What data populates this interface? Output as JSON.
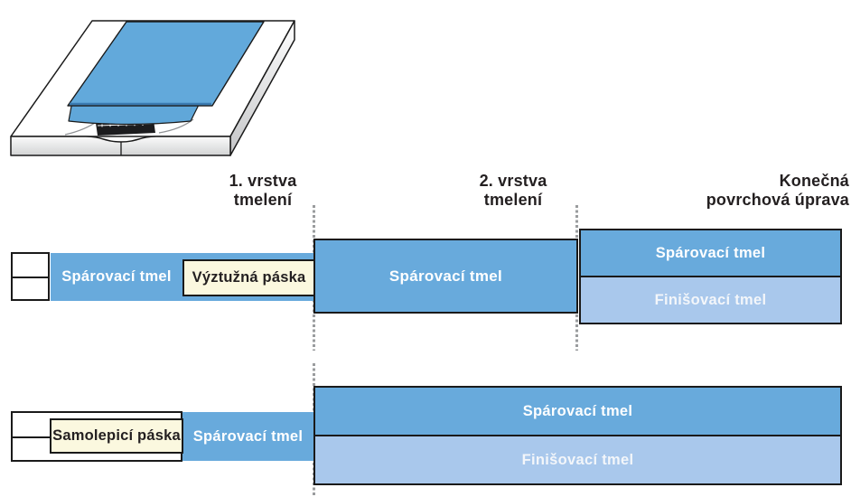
{
  "palette": {
    "blue_mid": "#68aadc",
    "blue_light": "#a9c8ec",
    "blue_sheet": "#62a9db",
    "cream": "#fbf8df",
    "outline": "#1a1a1a",
    "dotted": "#9a9c9e",
    "text_dark": "#231f20"
  },
  "headers": [
    {
      "lines": [
        "1. vrstva",
        "tmelení"
      ]
    },
    {
      "lines": [
        "2. vrstva",
        "tmelení"
      ]
    },
    {
      "lines": [
        "Konečná",
        "povrchová úprava"
      ]
    }
  ],
  "row1": {
    "first_coat_label": "Spárovací tmel",
    "tape_label": "Výztužná páska",
    "second_coat_label": "Spárovací tmel",
    "final_top_label": "Spárovací tmel",
    "final_bottom_label": "Finišovací tmel"
  },
  "row2": {
    "tape_label": "Samolepicí páska",
    "first_coat_label": "Spárovací tmel",
    "final_top_label": "Spárovací tmel",
    "final_bottom_label": "Finišovací tmel"
  },
  "illustration": {
    "icon": "drywall-joint-isometric-icon"
  }
}
